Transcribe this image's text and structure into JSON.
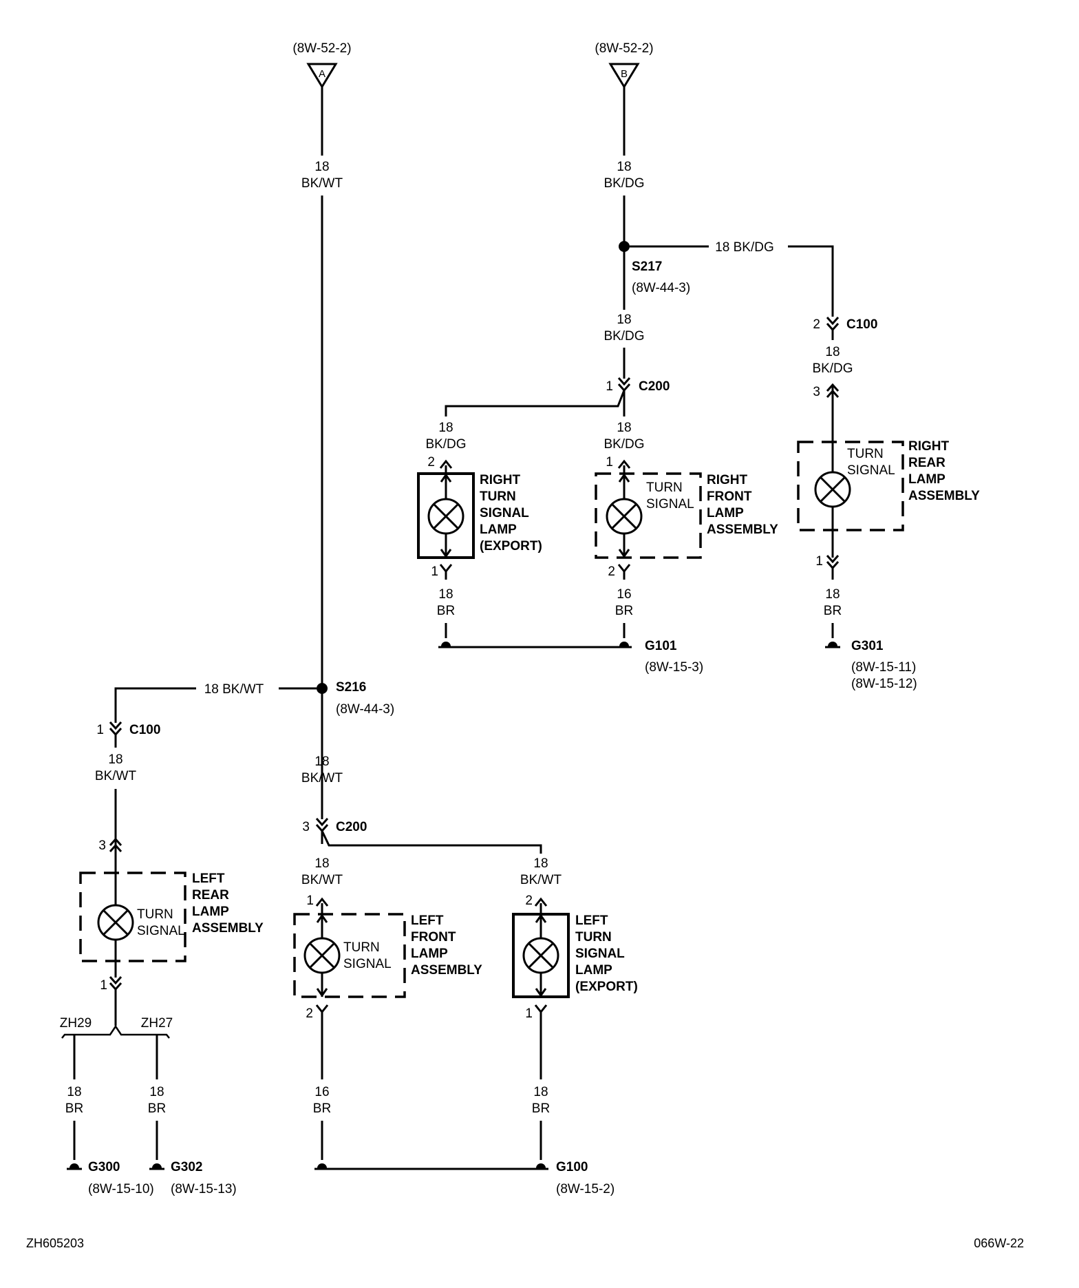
{
  "refs": {
    "ref_a": "(8W-52-2)",
    "ref_b": "(8W-52-2)",
    "conn_a": "A",
    "conn_b": "B"
  },
  "wires": {
    "g18": "18",
    "g16": "16",
    "bkwt": "BK/WT",
    "bkdg": "BK/DG",
    "br": "BR",
    "inline_bkdg": "18  BK/DG",
    "inline_bkwt": "18  BK/WT"
  },
  "splices": {
    "s217": "S217",
    "s217_ref": "(8W-44-3)",
    "s216": "S216",
    "s216_ref": "(8W-44-3)"
  },
  "connectors": {
    "c100": "C100",
    "c200": "C200",
    "zh29": "ZH29",
    "zh27": "ZH27"
  },
  "pins": {
    "p1": "1",
    "p2": "2",
    "p3": "3"
  },
  "components": {
    "right_turn_export": [
      "RIGHT",
      "TURN",
      "SIGNAL",
      "LAMP",
      "(EXPORT)"
    ],
    "right_front": [
      "RIGHT",
      "FRONT",
      "LAMP",
      "ASSEMBLY"
    ],
    "right_rear": [
      "RIGHT",
      "REAR",
      "LAMP",
      "ASSEMBLY"
    ],
    "left_rear": [
      "LEFT",
      "REAR",
      "LAMP",
      "ASSEMBLY"
    ],
    "left_front": [
      "LEFT",
      "FRONT",
      "LAMP",
      "ASSEMBLY"
    ],
    "left_turn_export": [
      "LEFT",
      "TURN",
      "SIGNAL",
      "LAMP",
      "(EXPORT)"
    ],
    "turn_signal": [
      "TURN",
      "SIGNAL"
    ]
  },
  "grounds": {
    "g101": "G101",
    "g101_ref": "(8W-15-3)",
    "g301": "G301",
    "g301_ref1": "(8W-15-11)",
    "g301_ref2": "(8W-15-12)",
    "g300": "G300",
    "g300_ref": "(8W-15-10)",
    "g302": "G302",
    "g302_ref": "(8W-15-13)",
    "g100": "G100",
    "g100_ref": "(8W-15-2)"
  },
  "footer": {
    "left": "ZH605203",
    "right": "066W-22"
  }
}
